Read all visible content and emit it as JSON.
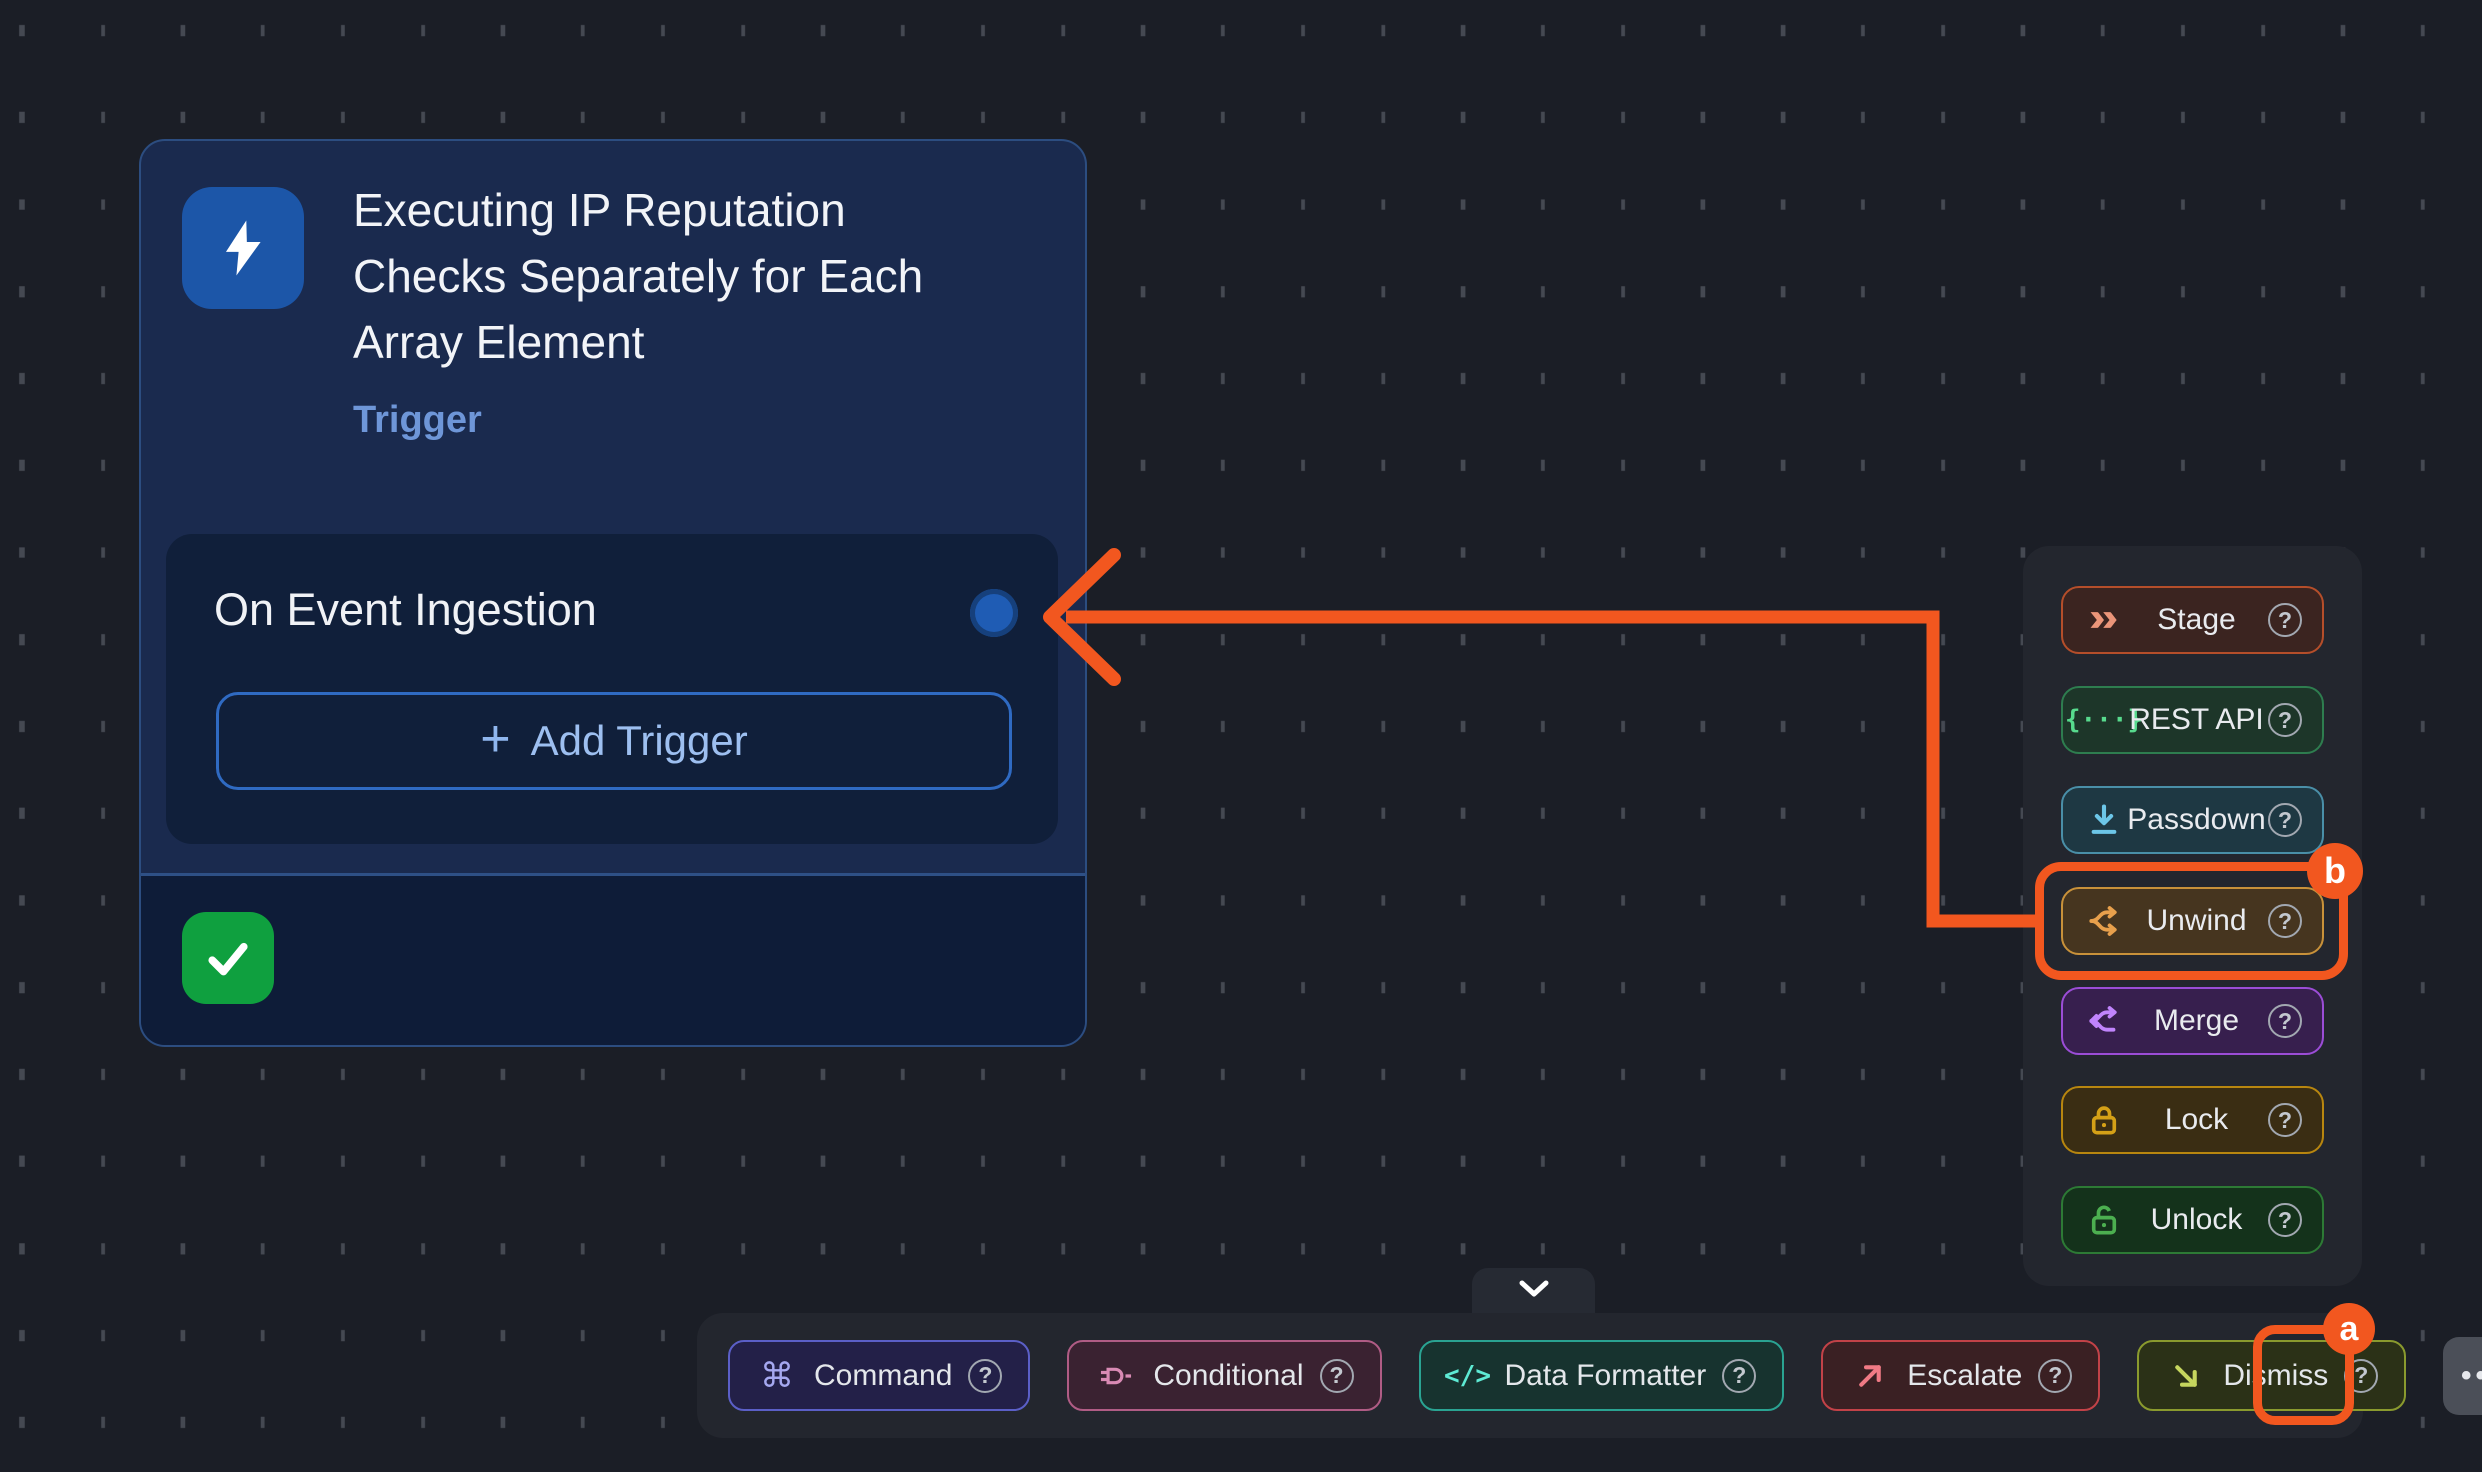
{
  "canvas": {
    "background": "#1b1e26",
    "dot_color": "#454952"
  },
  "annotation": {
    "color": "#f2571f",
    "badge_a": "a",
    "badge_b": "b"
  },
  "icons": {
    "help_glyph": "?",
    "plus_glyph": "+",
    "command_glyph": "⌘",
    "braces_glyph": "{···}",
    "code_glyph": "</>",
    "ellipsis_glyph": "•••"
  },
  "trigger_card": {
    "title": "Executing IP Reputation Checks Separately for Each Array Element",
    "type_label": "Trigger",
    "header_icon": "lightning-icon",
    "node_label": "On Event Ingestion",
    "add_trigger_label": "Add Trigger",
    "status_icon": "checkmark-icon",
    "colors": {
      "card_bg": "#1a2a4e",
      "inner_bg": "#101f3a",
      "footer_bg": "#0e1c38",
      "border": "#2c4d80",
      "icon_blue": "#1c56a8",
      "type_label": "#6e96d8",
      "add_trigger_text": "#9dbff0",
      "check_green": "#0fa03f",
      "port_blue": "#1f5cb4"
    }
  },
  "action_menu": {
    "items": [
      {
        "label": "Stage",
        "icon": "stage-icon",
        "bg": "#3b2420",
        "border": "#b54e2a",
        "icon_color": "#eb9579"
      },
      {
        "label": "REST API",
        "icon": "rest-api-icon",
        "bg": "#1d3629",
        "border": "#2e7d4f",
        "icon_color": "#57da8d"
      },
      {
        "label": "Passdown",
        "icon": "passdown-icon",
        "bg": "#1e3843",
        "border": "#4a8fa8",
        "icon_color": "#6cc6e8"
      },
      {
        "label": "Unwind",
        "icon": "unwind-icon",
        "bg": "#46351f",
        "border": "#c8913a",
        "icon_color": "#e8a04c",
        "annotated_badge": "b"
      },
      {
        "label": "Merge",
        "icon": "merge-icon",
        "bg": "#371f4e",
        "border": "#9b4dd6",
        "icon_color": "#c084fc"
      },
      {
        "label": "Lock",
        "icon": "lock-icon",
        "bg": "#3a2d13",
        "border": "#b8860f",
        "icon_color": "#d4a017"
      },
      {
        "label": "Unlock",
        "icon": "unlock-icon",
        "bg": "#14321b",
        "border": "#2d7a35",
        "icon_color": "#4caf50"
      }
    ]
  },
  "toolbar": {
    "expander_icon": "chevron-down-icon",
    "items": [
      {
        "label": "Command",
        "icon": "command-icon",
        "bg": "#232048",
        "border": "#5b5fc7",
        "icon_color": "#a5a8f0"
      },
      {
        "label": "Conditional",
        "icon": "conditional-icon",
        "bg": "#3a2231",
        "border": "#b05c85",
        "icon_color": "#d98ab4"
      },
      {
        "label": "Data Formatter",
        "icon": "code-icon",
        "bg": "#17332f",
        "border": "#2aa392",
        "icon_color": "#5eead4"
      },
      {
        "label": "Escalate",
        "icon": "escalate-icon",
        "bg": "#3a2023",
        "border": "#c24248",
        "icon_color": "#f07a85"
      },
      {
        "label": "Dismiss",
        "icon": "dismiss-icon",
        "bg": "#2b3117",
        "border": "#8a9a2e",
        "icon_color": "#c6d65e"
      }
    ],
    "more_button": {
      "icon": "ellipsis-icon",
      "annotated_badge": "a"
    }
  }
}
